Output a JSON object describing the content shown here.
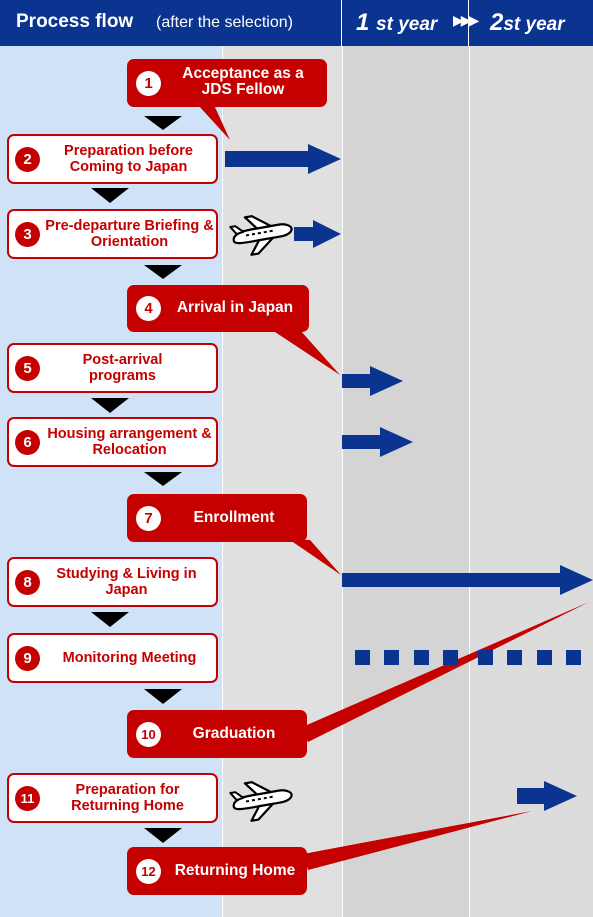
{
  "header": {
    "title": "Process flow",
    "subtitle": "(after the selection)",
    "year1_num": "1",
    "year1_label": "st year",
    "arrows": "▶▶▶",
    "year2_num": "2",
    "year2_label": "st year"
  },
  "steps": [
    {
      "num": "1",
      "label": "Acceptance as a JDS Fellow"
    },
    {
      "num": "2",
      "label": "Preparation before Coming to Japan"
    },
    {
      "num": "3",
      "label": "Pre-departure Briefing & Orientation"
    },
    {
      "num": "4",
      "label": "Arrival in Japan"
    },
    {
      "num": "5",
      "label": "Post-arrival programs"
    },
    {
      "num": "6",
      "label": "Housing arrangement & Relocation"
    },
    {
      "num": "7",
      "label": "Enrollment"
    },
    {
      "num": "8",
      "label": "Studying & Living in Japan"
    },
    {
      "num": "9",
      "label": "Monitoring Meeting"
    },
    {
      "num": "10",
      "label": "Graduation"
    },
    {
      "num": "11",
      "label": "Preparation for Returning Home"
    },
    {
      "num": "12",
      "label": "Returning Home"
    }
  ],
  "colors": {
    "red": "#c40000",
    "navy": "#0a3490",
    "pre_column": "#cfe2f8",
    "year_column": "#e0e0e0"
  },
  "icons": [
    "airplane-icon"
  ]
}
